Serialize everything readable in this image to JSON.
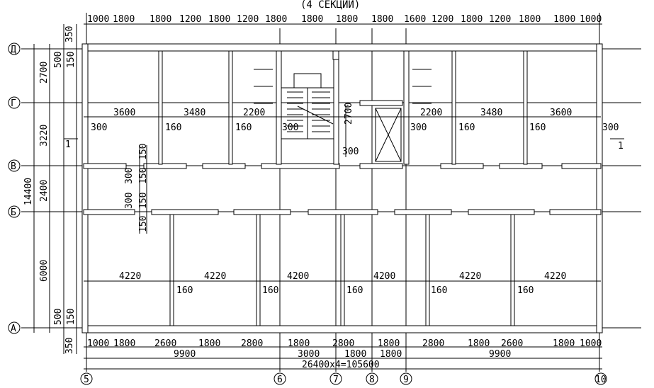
{
  "title_fragment": "(4 СЕКЦИИ)",
  "axes": {
    "rows": [
      "Д",
      "Г",
      "В",
      "Б",
      "А"
    ],
    "cols": [
      "5",
      "6",
      "7",
      "8",
      "9",
      "10"
    ]
  },
  "top_dims": [
    "1000",
    "1800",
    "1800",
    "1200",
    "1800",
    "1200",
    "1800",
    "1800",
    "1800",
    "1800",
    "1600",
    "1200",
    "1800",
    "1200",
    "1800",
    "1800",
    "1000"
  ],
  "bottom_dims_row1": [
    "1000",
    "1800",
    "2600",
    "1800",
    "2800",
    "1800",
    "2800",
    "1800",
    "2800",
    "1800",
    "2600",
    "1800",
    "1000"
  ],
  "bottom_dims_row2": [
    "9900",
    "3000",
    "1800",
    "1800",
    "9900"
  ],
  "bottom_total": "26400x4=105600",
  "left_dims": {
    "outer_top": "350",
    "d_inner": "500",
    "d_inner2": "150",
    "dg": "2700",
    "gv": "3220",
    "total": "14400",
    "vb": "2400",
    "ba": "6000",
    "a_inner": "500",
    "a_inner2": "150",
    "outer_bottom": "350"
  },
  "row_upper_spans": [
    "3600",
    "3480",
    "2200",
    "2700",
    "2200",
    "3480",
    "3600"
  ],
  "row_upper_walls": [
    "300",
    "160",
    "160",
    "300",
    "300",
    "160",
    "160",
    "300"
  ],
  "row_lower_spans": [
    "4220",
    "4220",
    "4200",
    "4200",
    "4220",
    "4220"
  ],
  "row_lower_walls": [
    "160",
    "160",
    "160",
    "160",
    "160"
  ],
  "misc_dims": [
    "150",
    "300",
    "150",
    "300",
    "150",
    "150",
    "300"
  ],
  "section_mark": "1"
}
